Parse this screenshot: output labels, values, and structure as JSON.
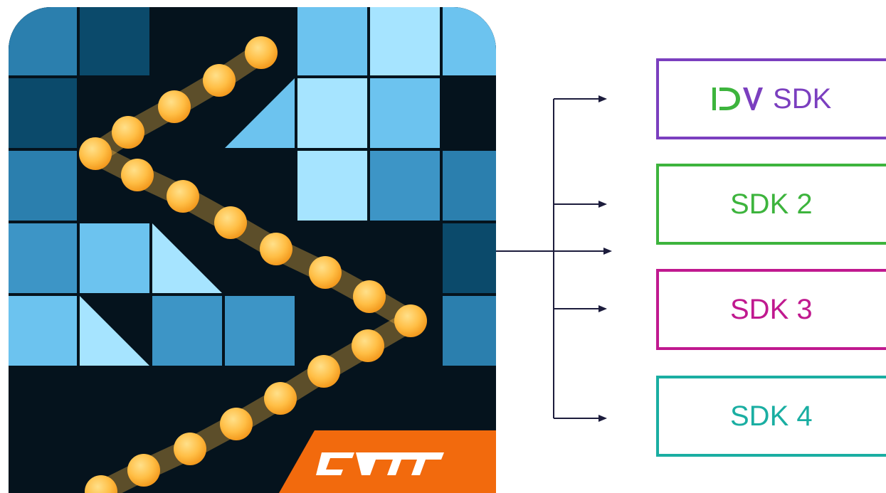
{
  "diagram": {
    "logo_text": "cm",
    "targets": [
      {
        "id": "dv",
        "logo": "DV",
        "label": "SDK",
        "color": "#7b3fbf"
      },
      {
        "id": "sdk2",
        "label": "SDK 2",
        "color": "#3db43d"
      },
      {
        "id": "sdk3",
        "label": "SDK 3",
        "color": "#c0198f"
      },
      {
        "id": "sdk4",
        "label": "SDK 4",
        "color": "#1aaea2"
      }
    ],
    "colors": {
      "icon_background": "#05131d",
      "tile_dark": "#0b4a6b",
      "tile_mid": "#2b7fae",
      "tile_medium": "#3d95c6",
      "tile_light": "#6cc3ef",
      "tile_pale": "#a6e4ff",
      "ball": "#ffbe45",
      "ribbon": "#f26a0d",
      "connector": "#1c1c3c"
    }
  }
}
